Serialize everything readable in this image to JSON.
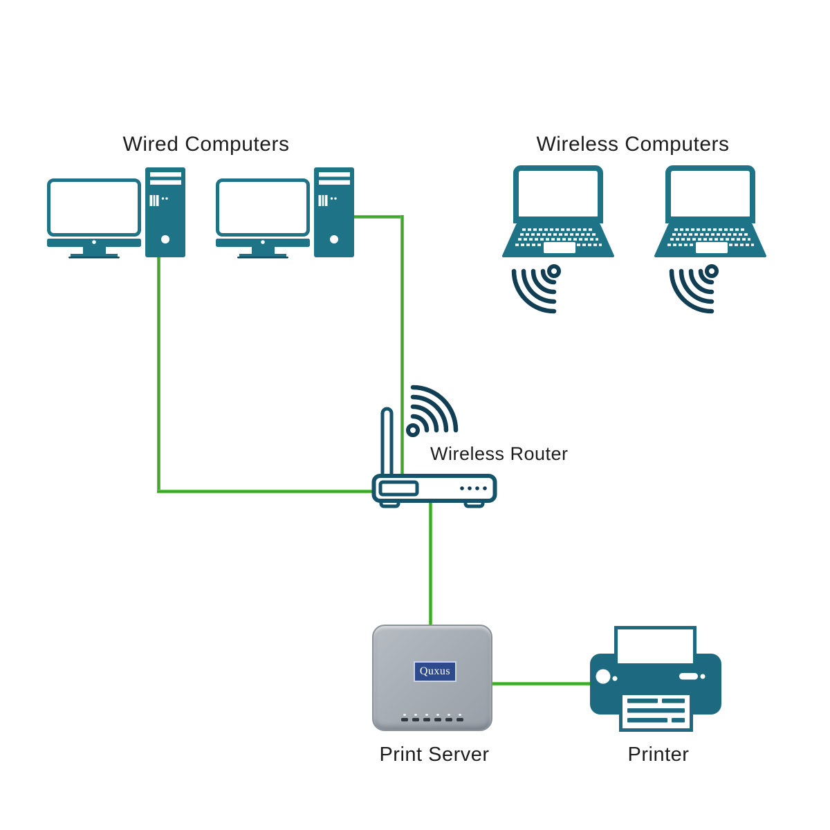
{
  "diagram": {
    "type": "network-topology",
    "groups": {
      "wired": {
        "label": "Wired Computers",
        "device_count": 2
      },
      "wireless": {
        "label": "Wireless Computers",
        "device_count": 2
      }
    },
    "router": {
      "label": "Wireless Router"
    },
    "print_server": {
      "label": "Print Server",
      "brand": "Quxus",
      "led_count": 6
    },
    "printer": {
      "label": "Printer"
    },
    "connections": [
      "wired-computer-1 -> wireless-router",
      "wired-computer-2 -> wireless-router",
      "wireless-router -> print-server",
      "print-server -> printer"
    ],
    "colors": {
      "device_teal": "#1e7386",
      "printer_teal": "#1d6a80",
      "router_outline": "#14536a",
      "wifi_dark": "#113e53",
      "cable_green": "#2f9e1e",
      "server_gray": "#a7aeb5",
      "brand_blue": "#2c4a8c",
      "label_text": "#1d1d1d"
    }
  }
}
